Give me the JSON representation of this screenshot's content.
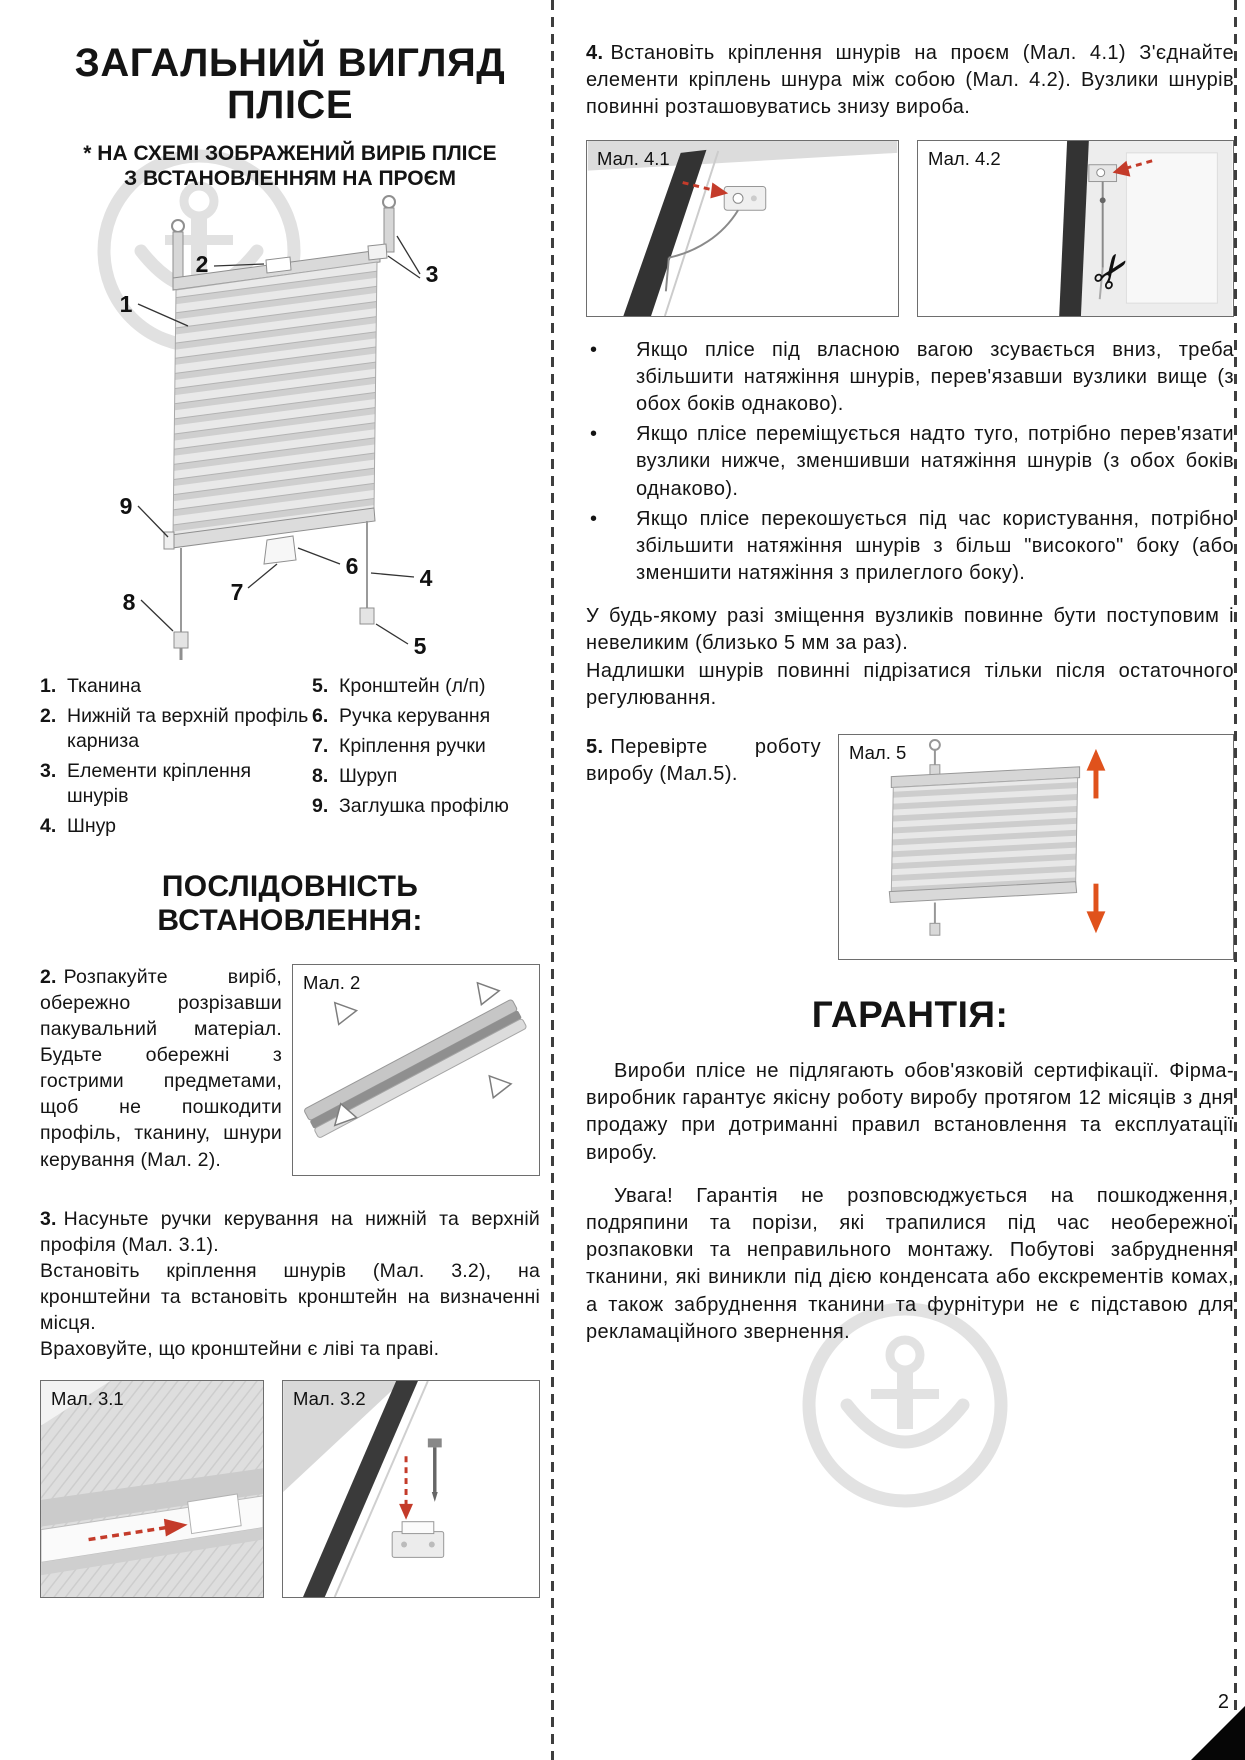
{
  "page": {
    "number": "2"
  },
  "diagram": {
    "callouts": [
      "1",
      "2",
      "3",
      "4",
      "5",
      "6",
      "7",
      "8",
      "9"
    ]
  },
  "figures": {
    "fig2": "Мал. 2",
    "fig31": "Мал. 3.1",
    "fig32": "Мал. 3.2",
    "fig41": "Мал. 4.1",
    "fig42": "Мал. 4.2",
    "fig5": "Мал. 5"
  },
  "left": {
    "title1": "ЗАГАЛЬНИЙ ВИГЛЯД",
    "title2": "ПЛІСЕ",
    "subtitle1": "* НА СХЕМІ ЗОБРАЖЕНИЙ ВИРІБ ПЛІСЕ",
    "subtitle2": "З ВСТАНОВЛЕННЯМ НА ПРОЄМ",
    "legend1": [
      {
        "num": "1.",
        "text": "Тканина"
      },
      {
        "num": "2.",
        "text": "Нижній та верхній профіль карниза"
      },
      {
        "num": "3.",
        "text": "Елементи кріплення шнурів"
      },
      {
        "num": "4.",
        "text": "Шнур"
      }
    ],
    "legend2": [
      {
        "num": "5.",
        "text": "Кронштейн (л/п)"
      },
      {
        "num": "6.",
        "text": "Ручка керування"
      },
      {
        "num": "7.",
        "text": "Кріплення ручки"
      },
      {
        "num": "8.",
        "text": "Шуруп"
      },
      {
        "num": "9.",
        "text": "Заглушка профілю"
      }
    ],
    "section_title": "ПОСЛІДОВНІСТЬ ВСТАНОВЛЕННЯ:",
    "step2_num": "2.",
    "step2_text": "Розпакуйте виріб, обережно розрізавши пакувальний матеріал. Будьте обережні з гострими предметами, щоб не пошкодити профіль, тканину, шнури керування (Мал. 2).",
    "step3_num": "3.",
    "step3_p1": "Насуньте ручки керування на нижній та верхній профіля (Мал. 3.1).",
    "step3_p2": "Встановіть кріплення шнурів (Мал. 3.2), на кронштейни та встановіть кронштейн на визначенні місця.",
    "step3_p3": "Враховуйте, що кронштейни є ліві та праві."
  },
  "right": {
    "step4_num": "4.",
    "step4_text": "Встановіть кріплення шнурів на проєм (Мал. 4.1) З'єднайте елементи кріплень шнура між собою (Мал. 4.2). Вузлики шнурів повинні розташовуватись знизу вироба.",
    "bullet_char": "•",
    "bullets": [
      "Якщо плісе під власною вагою зсувається вниз, треба збільшити натяжіння шнурів, перев'язавши вузлики вище (з обох боків однаково).",
      "Якщо плісе переміщується надто туго, потрібно перев'язати вузлики нижче, зменшивши натяжіння шнурів (з обох боків однаково).",
      "Якщо плісе перекошується під час користування, потрібно збільшити натяжіння шнурів з більш \"високого\" боку (або зменшити натяжіння з прилеглого боку)."
    ],
    "adjust_p1": "У будь-якому разі зміщення вузликів повинне бути поступовим і невеликим (близько 5 мм за раз).",
    "adjust_p2": "Надлишки шнурів повинні підрізатися тільки після остаточного регулювання.",
    "step5_num": "5.",
    "step5_text": "Перевірте роботу виробу (Мал.5).",
    "warranty_title": "ГАРАНТІЯ:",
    "warranty_p1": "Вироби плісе не підлягають обов'язковій сертифікації. Фірма-виробник гарантує якісну роботу виробу протягом 12 місяців з дня продажу при дотриманні правил встановлення та експлуатації виробу.",
    "warranty_p2": "Увага! Гарантія не розповсюджується на пошкодження, подряпини та порізи, які трапилися під час необережної розпаковки та неправильного монтажу. Побутові забруднення тканини, які виникли під дією конденсата або екскрементів комах, а також забруднення тканини та фурнітури не є підставою для рекламаційного звернення."
  }
}
